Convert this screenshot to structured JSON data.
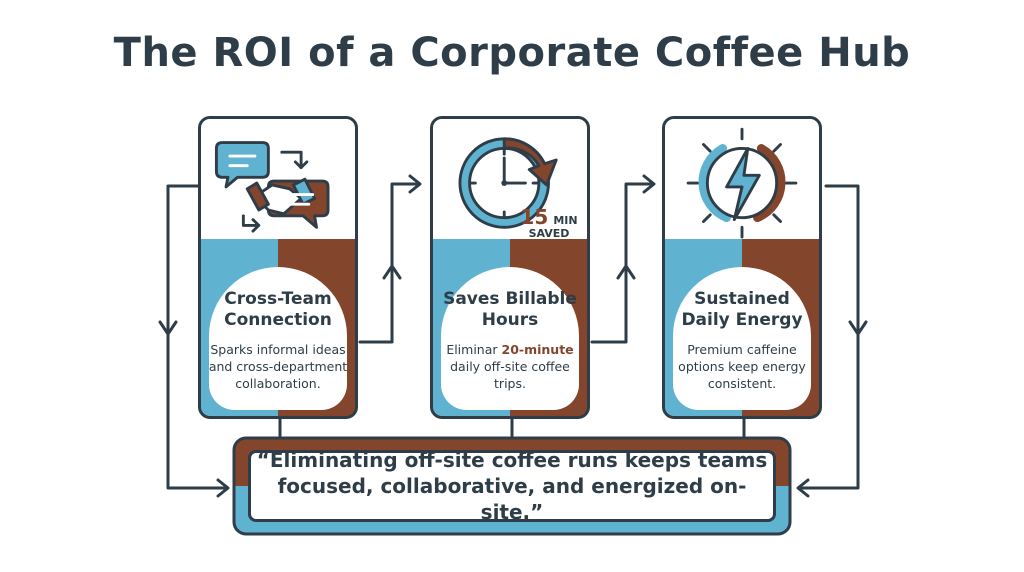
{
  "title": "The ROI of a Corporate Coffee Hub",
  "colors": {
    "dark": "#2e3d47",
    "teal": "#5fb2d0",
    "brown": "#83452c"
  },
  "cards": [
    {
      "icon": "handshake-chat-icon",
      "title": "Cross-Team Connection",
      "description": "Sparks informal ideas and cross-department collaboration."
    },
    {
      "icon": "clock-icon",
      "badge_number": "15",
      "badge_unit": "MIN",
      "badge_label": "SAVED",
      "title": "Saves Billable Hours",
      "description_prefix": "Eliminar",
      "description_highlight": "20-minute",
      "description_suffix": "daily off-site coffee trips."
    },
    {
      "icon": "lightning-energy-icon",
      "title": "Sustained Daily Energy",
      "description": "Premium caffeine options keep energy consistent."
    }
  ],
  "quote": "“Eliminating off-site coffee runs keeps teams focused, collaborative, and energized on-site.”"
}
